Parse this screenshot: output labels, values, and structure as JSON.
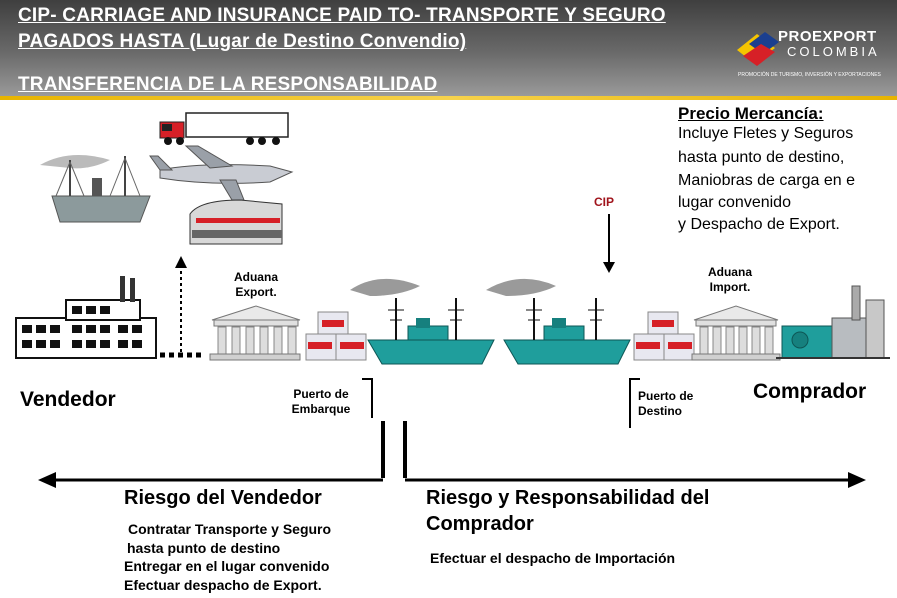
{
  "header": {
    "line1": "CIP- CARRIAGE AND INSURANCE PAID TO- TRANSPORTE Y SEGURO",
    "line2": "PAGADOS HASTA (Lugar de Destino Convendio)",
    "line3": "TRANSFERENCIA DE LA RESPONSABILIDAD"
  },
  "logo": {
    "name": "PROEXPORT",
    "country": "COLOMBIA",
    "tagline": "PROMOCIÓN DE TURISMO, INVERSIÓN Y EXPORTACIONES"
  },
  "price": {
    "title": "Precio Mercancía:",
    "lines": [
      "Incluye Fletes y Seguros",
      "hasta punto de destino,",
      "Maniobras de carga en e",
      "lugar convenido",
      "y Despacho de Export."
    ]
  },
  "labels": {
    "cip": "CIP",
    "customs_export": [
      "Aduana",
      "Export."
    ],
    "customs_import": [
      "Aduana",
      "Import."
    ],
    "port_origin": [
      "Puerto de",
      "Embarque"
    ],
    "port_dest": [
      "Puerto de",
      "Destino"
    ],
    "seller": "Vendedor",
    "buyer": "Comprador"
  },
  "risk": {
    "seller_title": "Riesgo del Vendedor",
    "seller_tasks": [
      "Contratar Transporte y Seguro",
      "hasta punto de destino",
      "Entregar en el lugar convenido",
      "Efectuar despacho de Export."
    ],
    "buyer_title": [
      "Riesgo y Responsabilidad del",
      "Comprador"
    ],
    "buyer_tasks": [
      "Efectuar el despacho de Importación"
    ]
  },
  "colors": {
    "header_dark": "#3f3f3f",
    "gold": "#e7b400",
    "ship": "#1f9e9c",
    "cip_red": "#a0141c",
    "logo_red": "#d62027",
    "logo_yellow": "#f5c400",
    "logo_blue": "#1b3f8f"
  }
}
